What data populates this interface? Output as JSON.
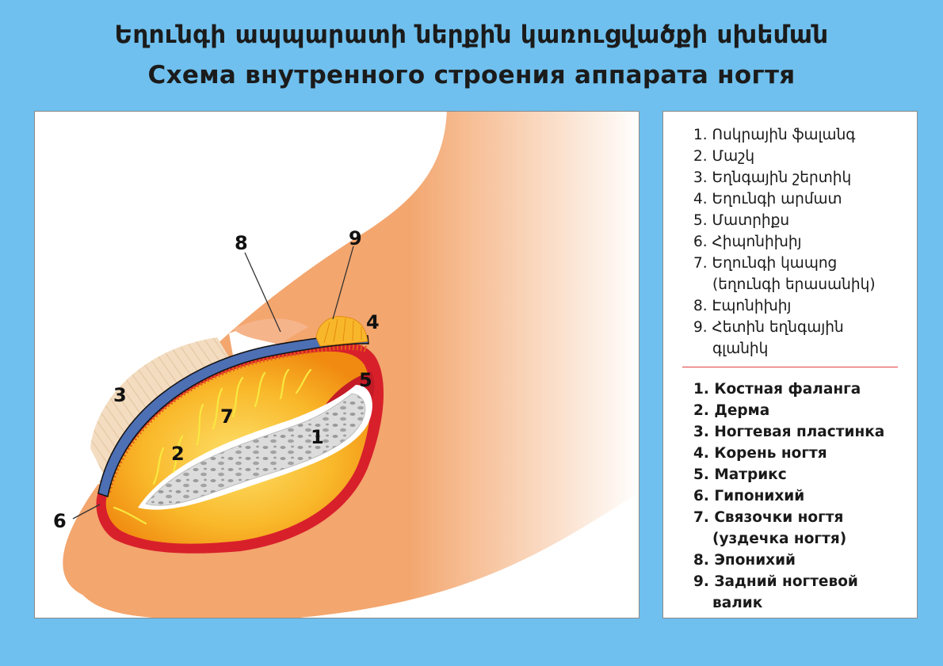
{
  "titles": {
    "armenian": "Եղունգի ապպարատի ներքին կառուցվածքի սխեման",
    "russian": "Схема внутренного строения аппарата ногтя"
  },
  "diagram": {
    "labels": [
      "1",
      "2",
      "3",
      "4",
      "5",
      "6",
      "7",
      "8",
      "9"
    ],
    "colors": {
      "skin": "#f3a66e",
      "dermis": "#f7a41a",
      "bone": "#d8d8d8",
      "nail_plate": "#4d6fb4",
      "matrix": "#d8202b",
      "ligaments": "#f8e840"
    }
  },
  "legend": {
    "armenian": [
      {
        "text": "1. Ոսկրային ֆալանգ"
      },
      {
        "text": "2. Մաշկ"
      },
      {
        "text": "3. Եղնգային շերտիկ"
      },
      {
        "text": "4. Եղունգի արմատ"
      },
      {
        "text": "5. Մատրիքս"
      },
      {
        "text": "6. Հիպոնիխիյ"
      },
      {
        "text": "7. Եղունգի կապոց",
        "cont": "(եղունգի երասանիկ)"
      },
      {
        "text": "8. Էպոնիխիյ"
      },
      {
        "text": "9. Հետին եղնգային",
        "cont": "գլանիկ"
      }
    ],
    "russian": [
      {
        "text": "1. Костная фаланга"
      },
      {
        "text": "2. Дерма"
      },
      {
        "text": "3. Ногтевая пластинка"
      },
      {
        "text": "4. Корень ногтя"
      },
      {
        "text": "5. Матрикс"
      },
      {
        "text": "6. Гипонихий"
      },
      {
        "text": "7. Связочки ногтя",
        "cont": "(уздечка ногтя)"
      },
      {
        "text": "8. Эпонихий"
      },
      {
        "text": "9. Задний ногтевой",
        "cont": "валик"
      }
    ]
  }
}
